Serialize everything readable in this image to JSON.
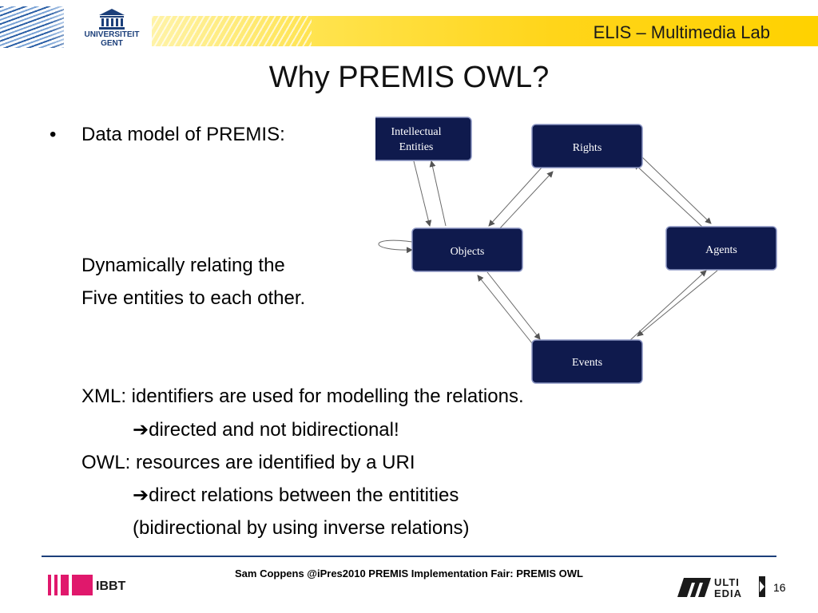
{
  "header": {
    "lab_name": "ELIS – Multimedia Lab",
    "logo_line1": "UNIVERSITEIT",
    "logo_line2": "GENT"
  },
  "slide": {
    "title": "Why PREMIS OWL?",
    "bullet_char": "•",
    "lines": [
      "Data model of PREMIS:",
      "Dynamically relating the",
      "Five entities to each other.",
      "XML: identifiers are used for modelling the relations.",
      "➔directed and not bidirectional!",
      "OWL: resources are identified by a URI",
      "➔direct relations between the entitities",
      "(bidirectional by using inverse relations)"
    ]
  },
  "diagram": {
    "node_color": "#0f1a4d",
    "nodes": {
      "intellectual_line1": "Intellectual",
      "intellectual_line2": "Entities",
      "rights": "Rights",
      "objects": "Objects",
      "agents": "Agents",
      "events": "Events"
    }
  },
  "footer": {
    "text": "Sam Coppens @iPres2010 PREMIS Implementation Fair: PREMIS OWL",
    "ibbt": "IBBT",
    "page_number": "16"
  }
}
